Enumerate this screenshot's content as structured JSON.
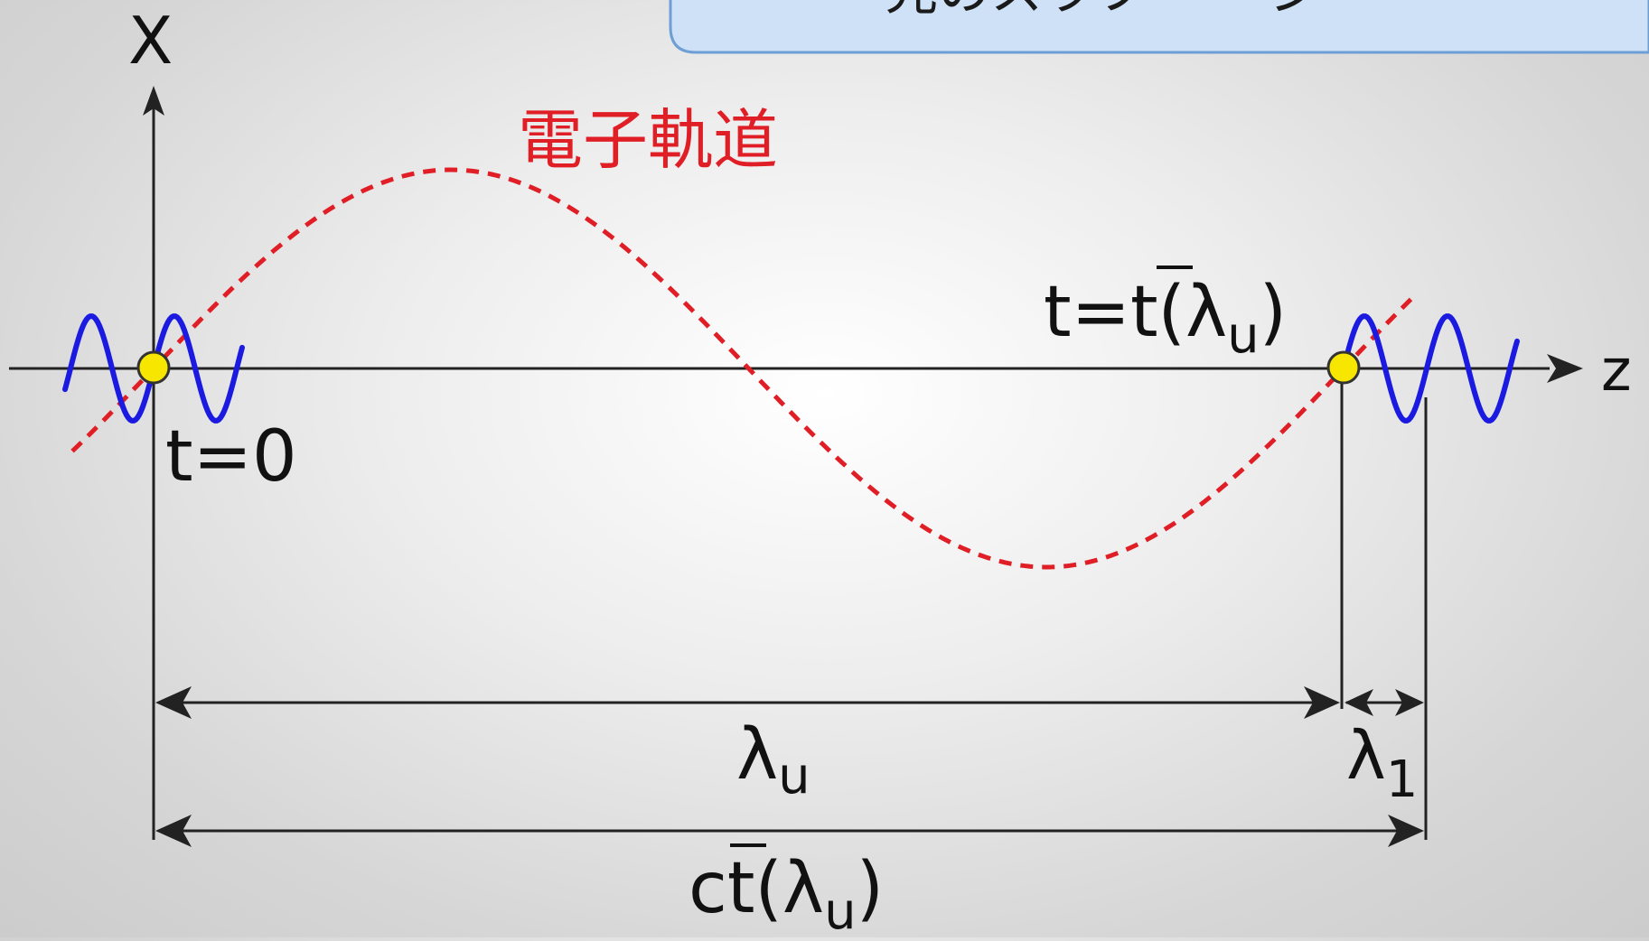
{
  "header_banner": {
    "text": "光のスラフ－ー ジ",
    "fill": "#cfe1f6",
    "border": "#6d9fd4"
  },
  "axes": {
    "vertical_label": "X",
    "horizontal_label": "z"
  },
  "curves": {
    "electron_orbit": {
      "label": "電子軌道",
      "color": "#e01e26",
      "style": "dashed"
    },
    "light_wave": {
      "color": "#1a1ae0"
    }
  },
  "markers": {
    "start": {
      "label_t": "t=0",
      "color": "#f7e600"
    },
    "end": {
      "label_prefix": "t=",
      "label_tbar": "t",
      "label_open": "(",
      "label_lambda": "λ",
      "label_sub": "u",
      "label_close": ")",
      "color": "#f7e600"
    }
  },
  "dimensions": {
    "lambda_u": {
      "symbol": "λ",
      "sub": "u"
    },
    "lambda_1": {
      "symbol": "λ",
      "sub": "1"
    },
    "ct": {
      "prefix": "c",
      "tbar": "t",
      "open": "(",
      "symbol": "λ",
      "sub": "u",
      "close": ")"
    }
  }
}
